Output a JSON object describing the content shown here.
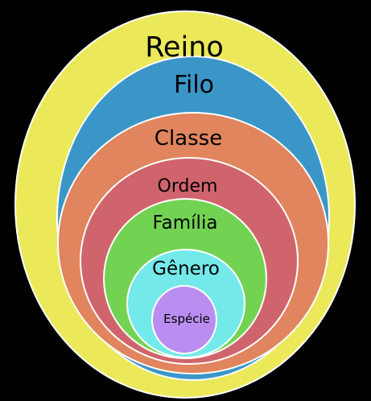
{
  "diagram": {
    "background_color": "#000000",
    "outline_color": "#ffffff",
    "levels": [
      {
        "label": "Reino",
        "color": "#ebe95a"
      },
      {
        "label": "Filo",
        "color": "#3b96c8"
      },
      {
        "label": "Classe",
        "color": "#e0855d"
      },
      {
        "label": "Ordem",
        "color": "#d0646c"
      },
      {
        "label": "Família",
        "color": "#72d352"
      },
      {
        "label": "Gênero",
        "color": "#73e9ea"
      },
      {
        "label": "Espécie",
        "color": "#ba8ef0"
      }
    ]
  }
}
